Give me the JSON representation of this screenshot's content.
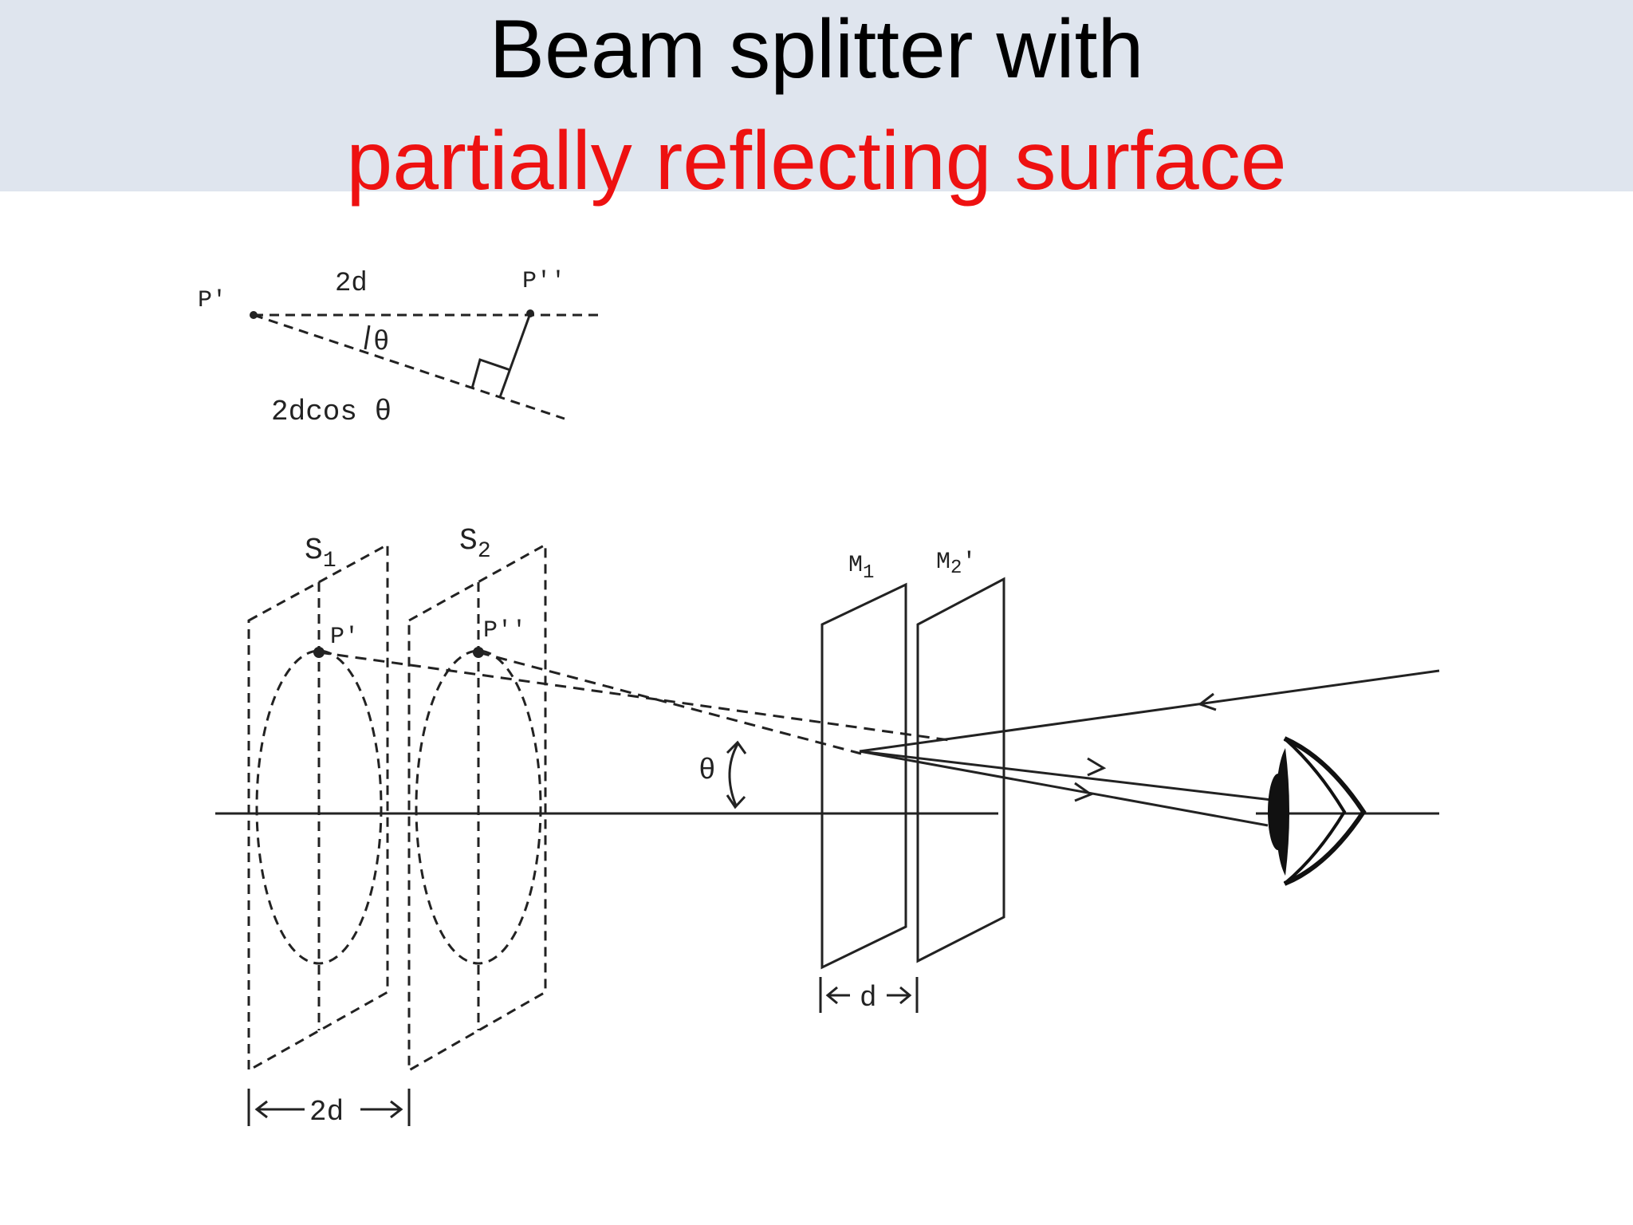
{
  "header": {
    "title_line1": "Beam splitter with",
    "title_line2": "partially reflecting surface"
  },
  "inset": {
    "p_prime": "P′",
    "two_d": "2d",
    "p_double_prime": "P′′",
    "theta": "θ",
    "two_d_cos_theta": "2dcos θ"
  },
  "diagram": {
    "s1_label": "S",
    "s1_sub": "1",
    "s2_label": "S",
    "s2_sub": "2",
    "p_prime": "P′",
    "p_double_prime": "P′′",
    "m1_label": "M",
    "m1_sub": "1",
    "m2_label": "M",
    "m2_sub": "2",
    "m2_mark": "′",
    "theta": "θ",
    "d_label": "d",
    "two_d_label": "2d"
  },
  "colors": {
    "title_band": "#dfe5ee",
    "title_black": "#000000",
    "title_red": "#ee1111",
    "ink": "#222222"
  }
}
